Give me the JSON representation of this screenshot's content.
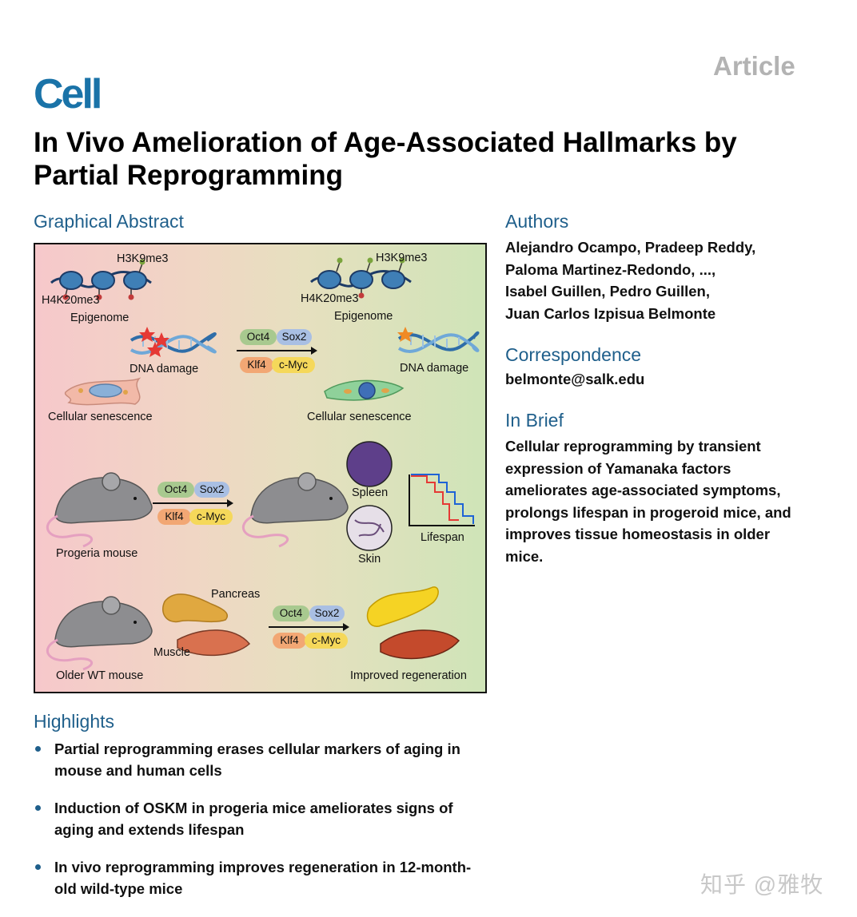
{
  "header": {
    "article_type": "Article",
    "journal_logo": "Cell",
    "title": "In Vivo Amelioration of Age-Associated Hallmarks by Partial Reprogramming"
  },
  "graphical_abstract": {
    "heading": "Graphical Abstract",
    "labels": {
      "h3k9me3_left": "H3K9me3",
      "h4k20me3_left": "H4K20me3",
      "epigenome_left": "Epigenome",
      "dna_damage_left": "DNA damage",
      "senescence_left": "Cellular senescence",
      "h3k9me3_right": "H3K9me3",
      "h4k20me3_right": "H4K20me3",
      "epigenome_right": "Epigenome",
      "dna_damage_right": "DNA damage",
      "senescence_right": "Cellular senescence",
      "spleen": "Spleen",
      "skin": "Skin",
      "lifespan": "Lifespan",
      "progeria_mouse": "Progeria mouse",
      "pancreas": "Pancreas",
      "muscle": "Muscle",
      "older_wt_mouse": "Older WT mouse",
      "improved_regeneration": "Improved regeneration"
    },
    "factors": {
      "oct4": "Oct4",
      "sox2": "Sox2",
      "klf4": "Klf4",
      "cmyc": "c-Myc"
    }
  },
  "authors": {
    "heading": "Authors",
    "lines": [
      "Alejandro Ocampo, Pradeep Reddy,",
      "Paloma Martinez-Redondo, ...,",
      "Isabel Guillen, Pedro Guillen,",
      "Juan Carlos Izpisua Belmonte"
    ]
  },
  "correspondence": {
    "heading": "Correspondence",
    "email": "belmonte@salk.edu"
  },
  "in_brief": {
    "heading": "In Brief",
    "lines": [
      "Cellular reprogramming by transient",
      "expression of Yamanaka factors",
      "ameliorates age-associated symptoms,",
      "prolongs lifespan in progeroid mice, and",
      "improves tissue homeostasis in older",
      "mice."
    ]
  },
  "highlights": {
    "heading": "Highlights",
    "items": [
      [
        "Partial reprogramming erases cellular markers of aging in",
        "mouse and human cells"
      ],
      [
        "Induction of OSKM in progeria mice ameliorates signs of",
        "aging and extends lifespan"
      ],
      [
        "In vivo reprogramming improves regeneration in 12-month-",
        "old wild-type mice"
      ]
    ]
  },
  "watermark": "知乎 @雅牧"
}
